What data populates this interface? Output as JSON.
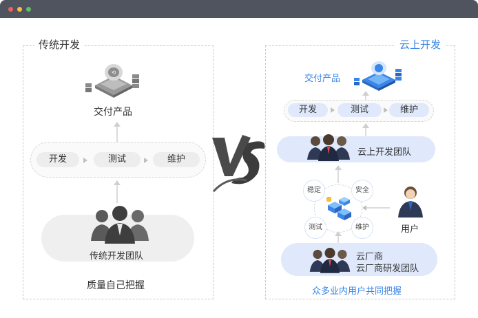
{
  "left": {
    "title": "传统开发",
    "product_label": "交付产品",
    "steps": [
      "开发",
      "测试",
      "维护"
    ],
    "team_label": "传统开发团队",
    "footer": "质量自己把握"
  },
  "vs_text": "VS",
  "right": {
    "title": "云上开发",
    "product_label": "交付产品",
    "steps": [
      "开发",
      "测试",
      "维护"
    ],
    "team_label": "云上开发团队",
    "badges": [
      "稳定",
      "安全",
      "测试",
      "维护"
    ],
    "user_label": "用户",
    "vendor_label": "云厂商",
    "vendor_team_label": "云厂商研发团队",
    "footer": "众多业内用户共同把握"
  },
  "colors": {
    "window_bar": "#50545e",
    "dot_red": "#f25f5c",
    "dot_yellow": "#f4c03b",
    "dot_green": "#5cc25f",
    "accent_blue": "#3a86e8",
    "pill_blue": "#dfe9fb",
    "pill_gray": "#f0f0f0"
  }
}
